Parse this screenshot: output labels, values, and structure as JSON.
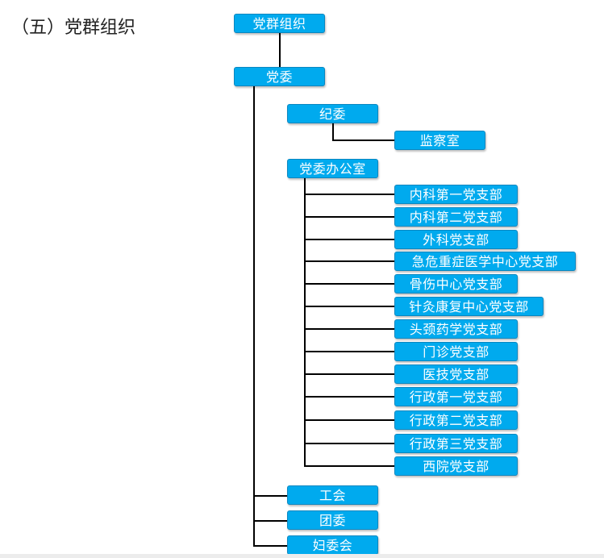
{
  "heading": "（五）党群组织",
  "root": "党群组织",
  "level1": "党委",
  "jiwei": {
    "label": "纪委",
    "child": "监察室"
  },
  "office": {
    "label": "党委办公室",
    "branches": [
      "内科第一党支部",
      "内科第二党支部",
      "外科党支部",
      "急危重症医学中心党支部",
      "骨伤中心党支部",
      "针灸康复中心党支部",
      "头颈药学党支部",
      "门诊党支部",
      "医技党支部",
      "行政第一党支部",
      "行政第二党支部",
      "行政第三党支部",
      "西院党支部"
    ]
  },
  "others": [
    "工会",
    "团委",
    "妇委会"
  ],
  "colors": {
    "box_fill": "#00aaee",
    "box_border": "#0a87c0",
    "connector": "#000000"
  }
}
